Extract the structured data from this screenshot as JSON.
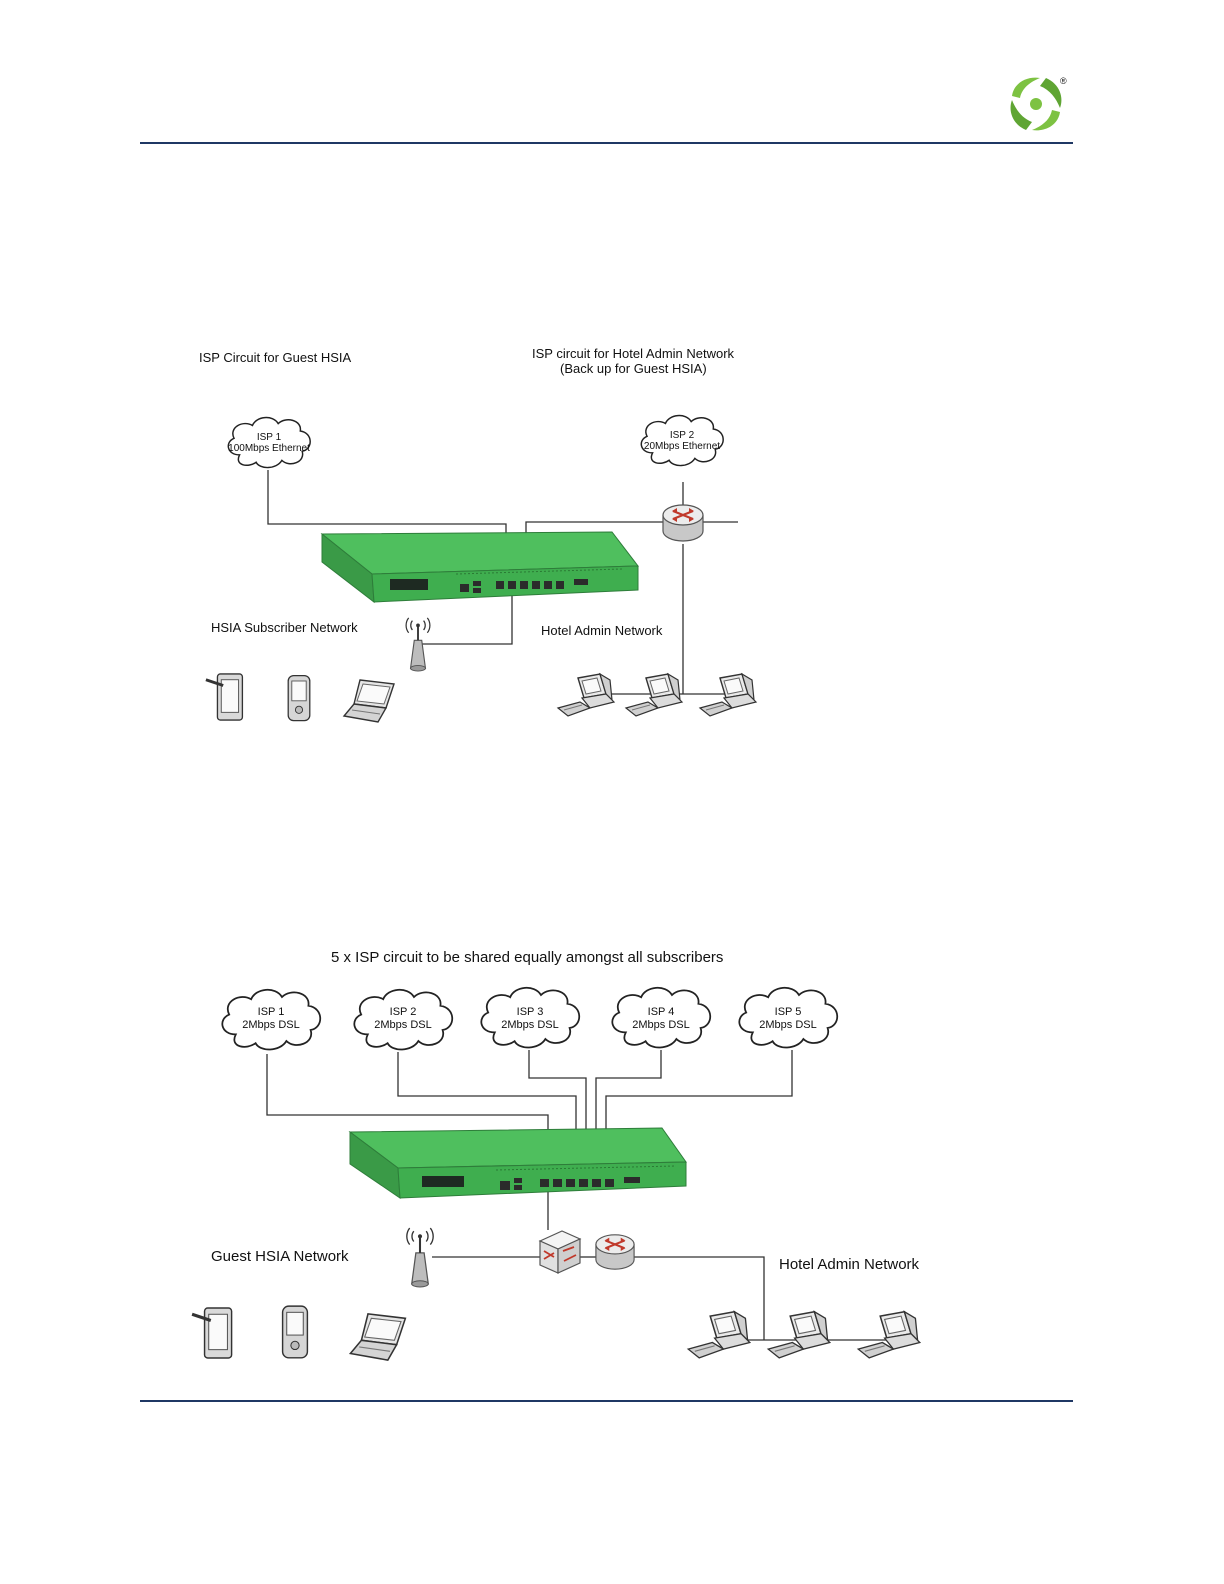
{
  "colors": {
    "rule": "#1f3864",
    "logo_green": "#7dc242",
    "appliance": "#3fae4f"
  },
  "logo": {
    "icon": "swirl-logo-icon",
    "mark": "®"
  },
  "diagram1": {
    "label_guest_circuit": "ISP Circuit for Guest HSIA",
    "label_admin_circuit_line1": "ISP circuit for Hotel Admin Network",
    "label_admin_circuit_line2": "(Back up for Guest HSIA)",
    "isp1_line1": "ISP 1",
    "isp1_line2": "100Mbps Ethernet",
    "isp2_line1": "ISP 2",
    "isp2_line2": "20Mbps Ethernet",
    "label_subscriber_network": "HSIA Subscriber Network",
    "label_admin_network": "Hotel Admin Network"
  },
  "diagram2": {
    "title": "5 x ISP circuit to be shared equally amongst all subscribers",
    "isps": [
      {
        "name": "ISP 1",
        "speed": "2Mbps DSL"
      },
      {
        "name": "ISP 2",
        "speed": "2Mbps DSL"
      },
      {
        "name": "ISP 3",
        "speed": "2Mbps DSL"
      },
      {
        "name": "ISP 4",
        "speed": "2Mbps DSL"
      },
      {
        "name": "ISP 5",
        "speed": "2Mbps DSL"
      }
    ],
    "label_guest_network": "Guest HSIA Network",
    "label_admin_network": "Hotel Admin Network"
  }
}
